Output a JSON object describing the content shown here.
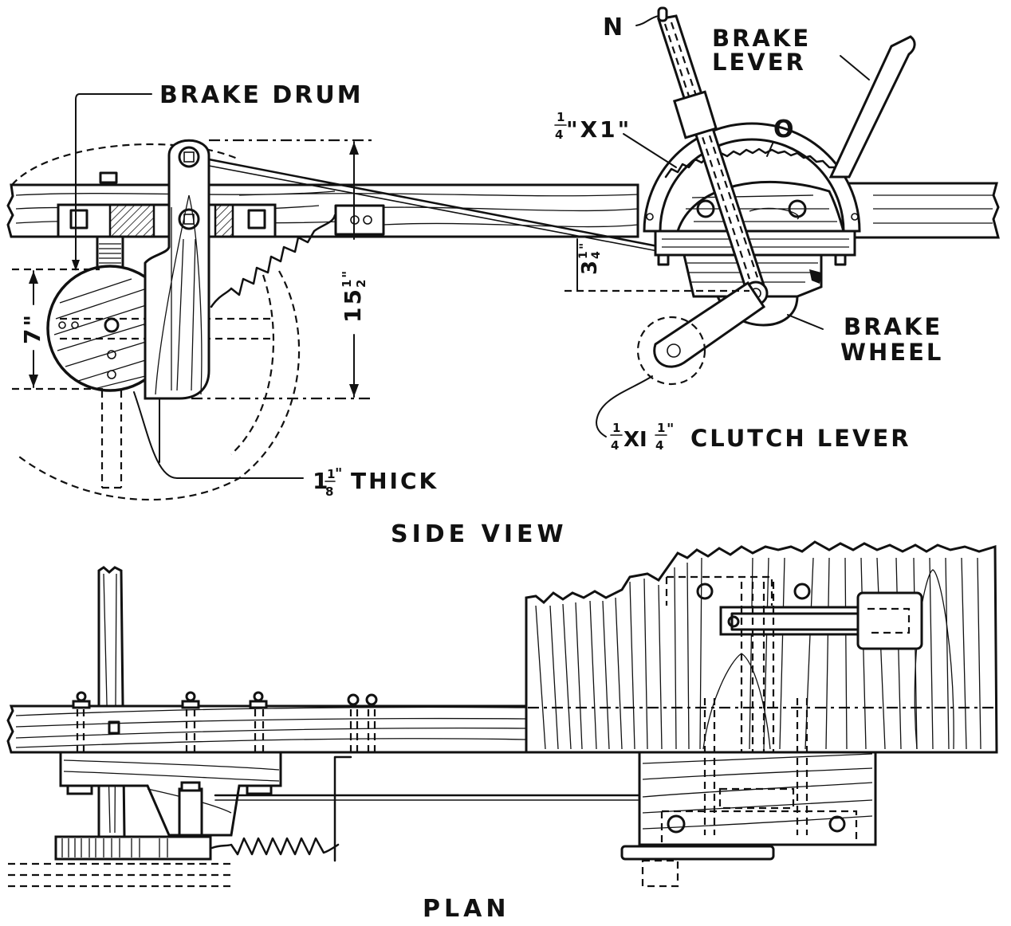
{
  "diagram": {
    "type": "mechanical drawing",
    "views": {
      "side_view": {
        "title": "SIDE VIEW",
        "labels": {
          "brake_drum": "BRAKE DRUM",
          "brake_lever_line1": "BRAKE",
          "brake_lever_line2": "LEVER",
          "brake_wheel_line1": "BRAKE",
          "brake_wheel_line2": "WHEEL",
          "point_n": "N",
          "point_o": "O",
          "clutch_lever": "CLUTCH LEVER",
          "thick": "THICK"
        },
        "dimensions": {
          "drum_diameter": "7\"",
          "overall_height_whole": "15",
          "overall_height_frac_num": "1",
          "overall_height_frac_den": "2",
          "overall_height_unit": "\"",
          "lever_drop_whole": "3",
          "lever_drop_frac_num": "1",
          "lever_drop_frac_den": "4",
          "lever_drop_unit": "\"",
          "bar_size_num": "1",
          "bar_size_den": "4",
          "bar_size_rest": "\"X1\"",
          "clutch_size_num1": "1",
          "clutch_size_den1": "4",
          "clutch_size_mid": "XI",
          "clutch_size_num2": "1",
          "clutch_size_den2": "4",
          "clutch_size_unit": "\"",
          "thickness_whole": "1",
          "thickness_num": "1",
          "thickness_den": "8",
          "thickness_unit": "\""
        }
      },
      "plan": {
        "title": "PLAN"
      }
    }
  }
}
